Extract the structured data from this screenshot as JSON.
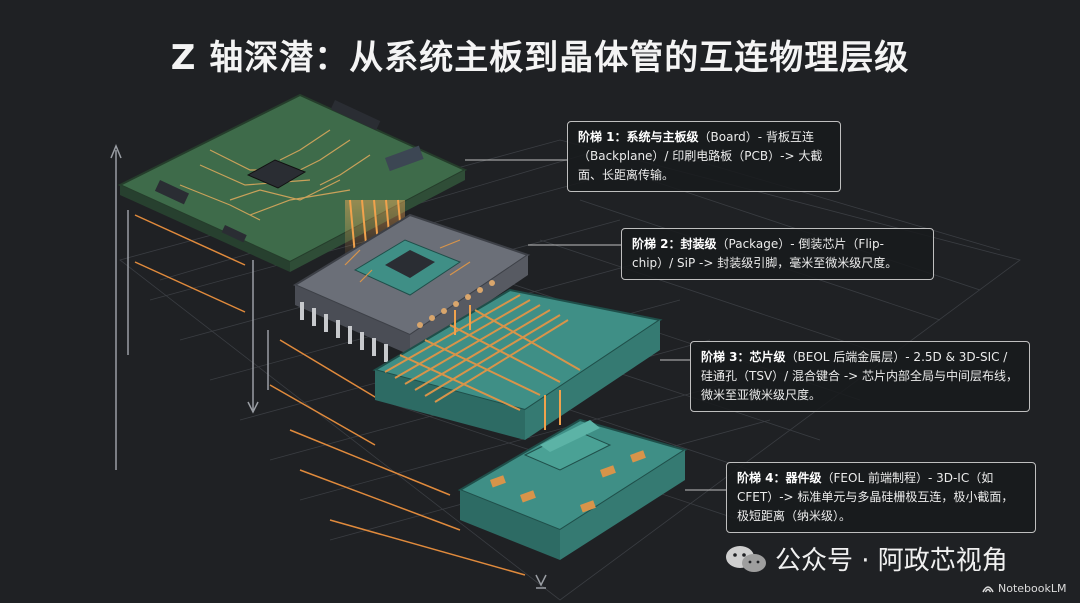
{
  "title": "Z 轴深潜：从系统主板到晶体管的互连物理层级",
  "layers": [
    {
      "name": "阶梯 1：系统与主板级",
      "desc": "（Board）- 背板互连（Backplane）/ 印刷电路板（PCB）-> 大截面、长距离传输。"
    },
    {
      "name": "阶梯 2：封装级",
      "desc": "（Package）- 倒装芯片（Flip-chip）/ SiP -> 封装级引脚，毫米至微米级尺度。"
    },
    {
      "name": "阶梯 3：芯片级",
      "desc": "（BEOL 后端金属层）- 2.5D & 3D-SIC / 硅通孔（TSV）/ 混合键合 -> 芯片内部全局与中间层布线，微米至亚微米级尺度。"
    },
    {
      "name": "阶梯 4：器件级",
      "desc": "（FEOL 前端制程）- 3D-IC（如 CFET）-> 标准单元与多晶硅栅极互连，极小截面，极短距离（纳米级）。"
    }
  ],
  "watermark": "公众号 · 阿政芯视角",
  "brand": "NotebookLM",
  "colors": {
    "background": "#1f2124",
    "pcb": "#3e6b4a",
    "copper": "#d8944a",
    "teal": "#3f8f86",
    "package": "#6b6f78"
  }
}
